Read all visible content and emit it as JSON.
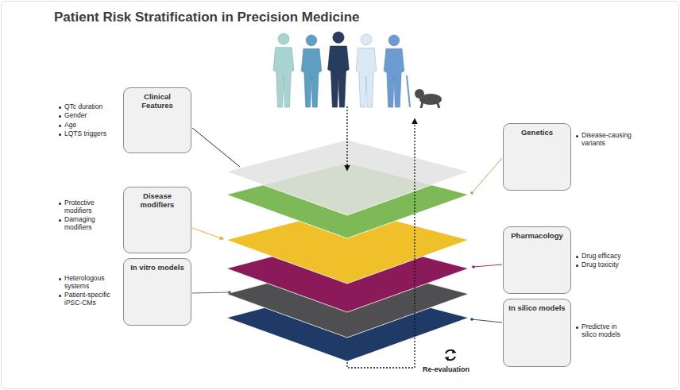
{
  "diagram": {
    "title": "Patient Risk Stratification in Precision Medicine",
    "nodes": [
      {
        "text": [
          "Clinical Features"
        ]
      },
      {
        "text": [
          "Genetics"
        ]
      },
      {
        "text": [
          "Disease modifiers"
        ]
      },
      {
        "text": [
          "Pharmacology"
        ]
      },
      {
        "text": [
          "In vitro models"
        ]
      },
      {
        "text": [
          "In silico models"
        ]
      }
    ],
    "labels": [
      "QTc duration",
      "Gender",
      "Age",
      "LQTS triggers",
      "Disease-causing variants",
      "Protective modifiers",
      "Damaging modifiers",
      "Drug efficacy",
      "Drug toxicity",
      "Heterologous systems",
      "Patient-specific iPSC-CMs",
      "Predictve in silico models",
      "Re-evaluation"
    ]
  }
}
